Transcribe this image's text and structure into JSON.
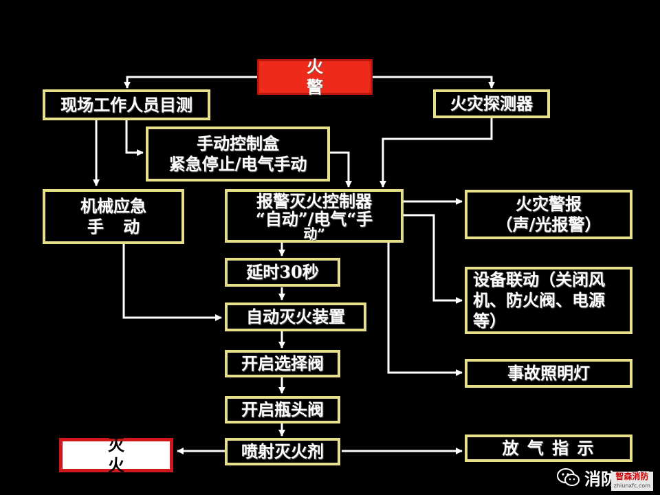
{
  "nodes": {
    "fire_alarm": "火 警",
    "visual_check": "现场工作人员目测",
    "fire_detector": "火灾探测器",
    "manual_box_line1": "手动控制盒",
    "manual_box_line2": "紧急停止/电气手动",
    "mechanical_line1": "机械应急",
    "mechanical_line2": "手 动",
    "controller_line1": "报警灭火控制器",
    "controller_line2": "“自动”/电气“手",
    "controller_line3": "动”",
    "fire_warning_line1": "火灾警报",
    "fire_warning_line2": "（声/光报警）",
    "linkage_line1": "设备联动（关闭风",
    "linkage_line2": "机、防火阀、电源",
    "linkage_line3": "等）",
    "delay": "延时30秒",
    "auto_device": "自动灭火装置",
    "open_select_valve": "开启选择阀",
    "emergency_light": "事故照明灯",
    "open_bottle_valve": "开启瓶头阀",
    "spray_agent": "喷射灭火剂",
    "extinguish": "灭 火",
    "gas_release": "放 气 指 示"
  },
  "watermark": {
    "text": "消防工程",
    "logo_text": "智森消防",
    "logo_sub": "zhiunxfc.com"
  },
  "colors": {
    "background": "#000000",
    "box_border": "#e6e08a",
    "alarm_fill": "#ee2a1a",
    "extinguish_border": "#d2171c",
    "arrow": "#ffffff"
  }
}
